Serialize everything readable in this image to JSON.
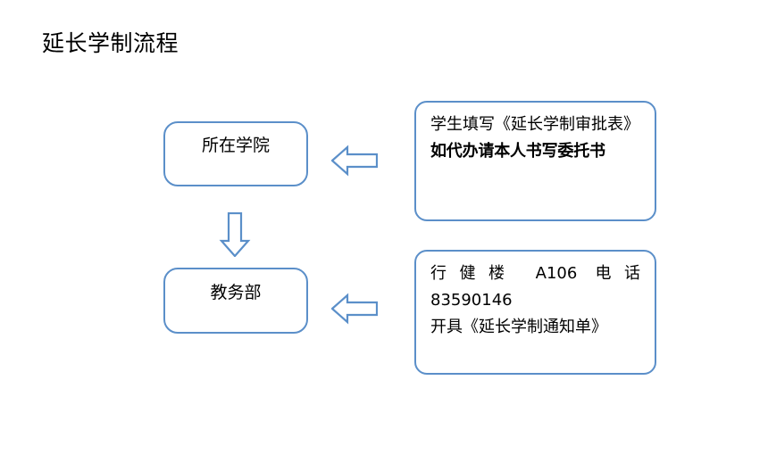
{
  "page": {
    "title": "延长学制流程",
    "background_color": "#ffffff",
    "accent_color": "#5B8FC9",
    "text_color": "#000000"
  },
  "flow": {
    "nodes": [
      {
        "id": "college",
        "label": "所在学院"
      },
      {
        "id": "academic",
        "label": "教务部"
      }
    ],
    "notes": [
      {
        "id": "note-form",
        "lines": [
          {
            "text": "学生填写《延长学制审批表》",
            "style": "plain"
          },
          {
            "text": "如代办请本人书写委托书",
            "style": "bold"
          }
        ]
      },
      {
        "id": "note-office",
        "lines": [
          {
            "text": "行健楼 A106 电话",
            "style": "justify"
          },
          {
            "text": "83590146",
            "style": "plain"
          },
          {
            "text": "开具《延长学制通知单》",
            "style": "plain"
          }
        ]
      }
    ],
    "arrows": [
      {
        "id": "arrow-left-top",
        "direction": "left",
        "from": "note-form",
        "to": "college"
      },
      {
        "id": "arrow-left-bottom",
        "direction": "left",
        "from": "note-office",
        "to": "academic"
      },
      {
        "id": "arrow-down",
        "direction": "down",
        "from": "college",
        "to": "academic"
      }
    ]
  }
}
